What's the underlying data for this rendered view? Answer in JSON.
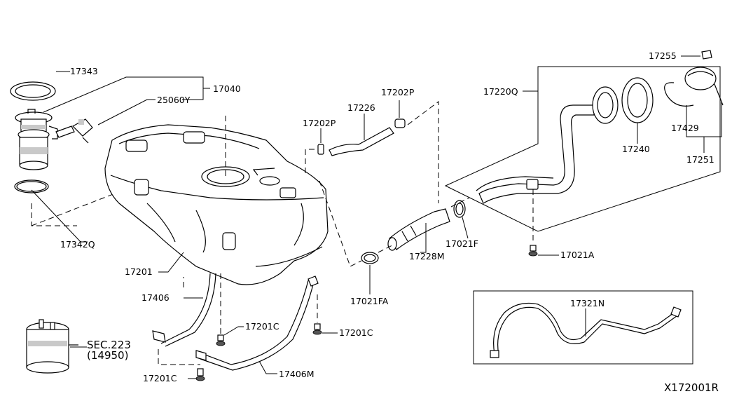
{
  "diagram": {
    "labels": {
      "p17343": "17343",
      "p17040": "17040",
      "p25060y": "25060Y",
      "p17342q": "17342Q",
      "p17201": "17201",
      "p17406": "17406",
      "p17201c_a": "17201C",
      "p17201c_b": "17201C",
      "p17201c_c": "17201C",
      "p17406m": "17406M",
      "p17202p_a": "17202P",
      "p17202p_b": "17202P",
      "p17226": "17226",
      "p17228m": "17228M",
      "p17021f": "17021F",
      "p17021fa": "17021FA",
      "p17220q": "17220Q",
      "p17240": "17240",
      "p17021a": "17021A",
      "p17255": "17255",
      "p17429": "17429",
      "p17251": "17251",
      "p17321n": "17321N",
      "sec_ref_1": "SEC.223",
      "sec_ref_2": "(14950)",
      "diagram_id": "X172001R"
    }
  }
}
